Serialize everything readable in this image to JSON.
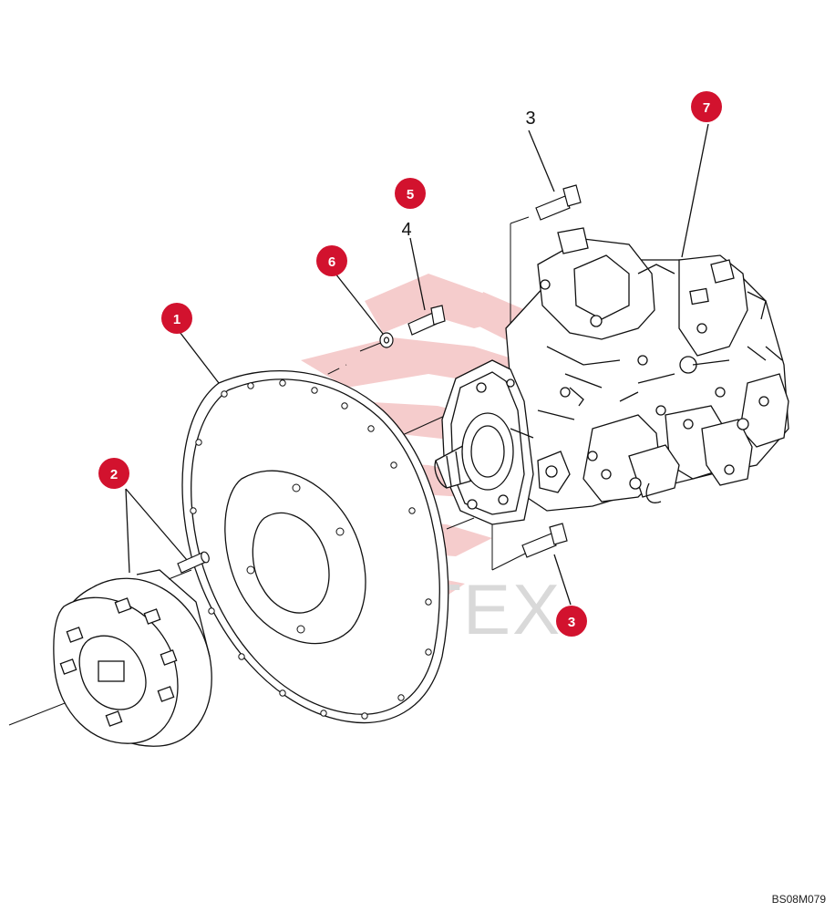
{
  "colors": {
    "callout_fill": "#d2122e",
    "callout_text": "#ffffff",
    "line": "#111111",
    "watermark_logo": "#f4c4c4",
    "watermark_text": "#d9d9d9"
  },
  "watermark": {
    "text": "ИНТЕХ",
    "logo_icon": "gear-logo-icon"
  },
  "drawing_code": "BS08M079",
  "callouts": [
    {
      "id": "1",
      "label": "1",
      "style": "red-circle"
    },
    {
      "id": "2",
      "label": "2",
      "style": "red-circle"
    },
    {
      "id": "3a",
      "label": "3",
      "style": "plain"
    },
    {
      "id": "3b",
      "label": "3",
      "style": "red-circle"
    },
    {
      "id": "4",
      "label": "4",
      "style": "plain"
    },
    {
      "id": "5",
      "label": "5",
      "style": "red-circle"
    },
    {
      "id": "6",
      "label": "6",
      "style": "red-circle"
    },
    {
      "id": "7",
      "label": "7",
      "style": "red-circle"
    }
  ],
  "parts": {
    "flywheel_housing": "flange-plate-icon",
    "coupling": "coupling-icon",
    "pump": "hydraulic-pump-icon",
    "bolt": "bolt-icon",
    "washer": "washer-icon"
  }
}
